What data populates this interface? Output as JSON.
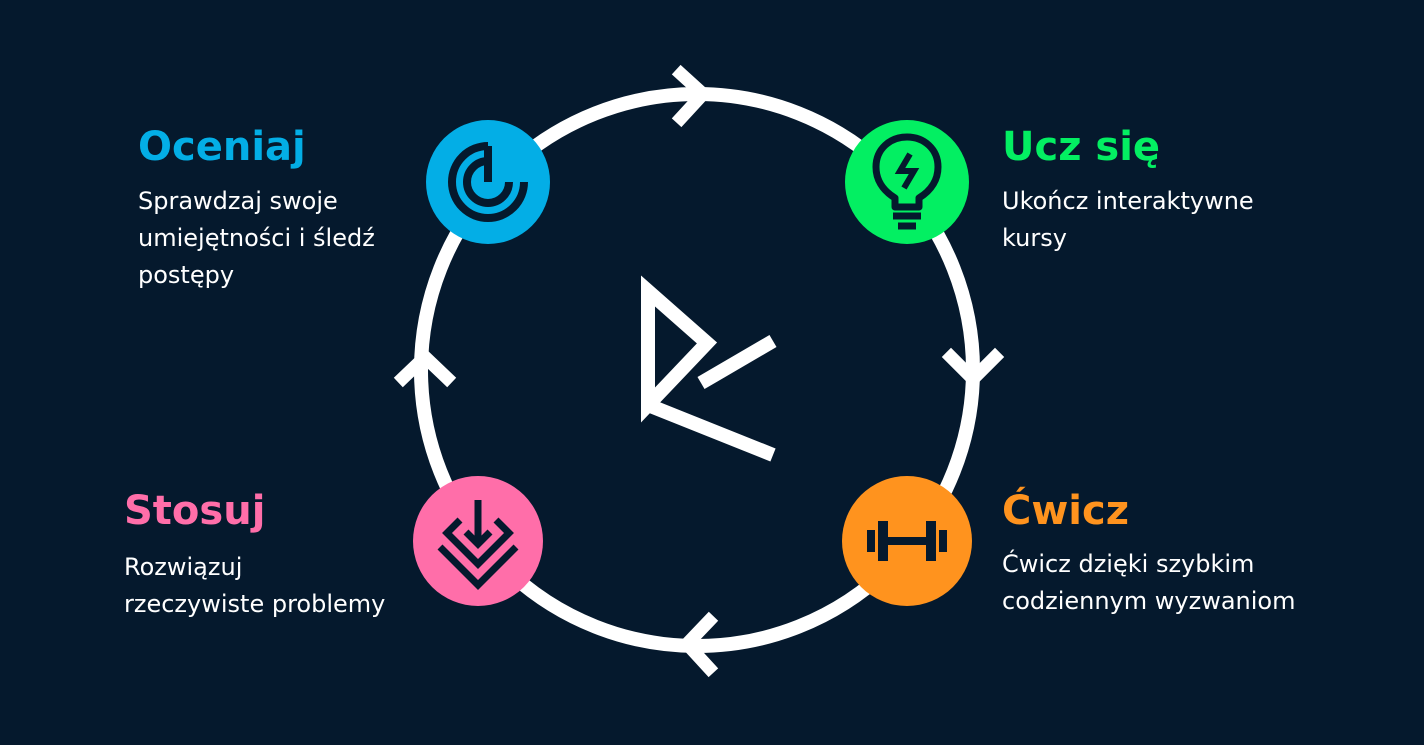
{
  "colors": {
    "background": "#05192d",
    "ring": "#ffffff",
    "assess": "#03aee6",
    "learn": "#03ef62",
    "apply": "#ff6ea9",
    "practice": "#ff931e",
    "icon_stroke": "#05192d"
  },
  "stages": {
    "assess": {
      "title": "Oceniaj",
      "description": "Sprawdzaj swoje\numiejętności i śledź\npostępy",
      "icon": "target-icon"
    },
    "learn": {
      "title": "Ucz się",
      "description": "Ukończ interaktywne\nkursy",
      "icon": "lightbulb-icon"
    },
    "apply": {
      "title": "Stosuj",
      "description": "Rozwiązuj\nrzeczywiste problemy",
      "icon": "layers-download-icon"
    },
    "practice": {
      "title": "Ćwicz",
      "description": "Ćwicz dzięki szybkim\ncodziennym wyzwaniom",
      "icon": "dumbbell-icon"
    }
  },
  "center": {
    "logo": "datacamp-logo-icon"
  }
}
